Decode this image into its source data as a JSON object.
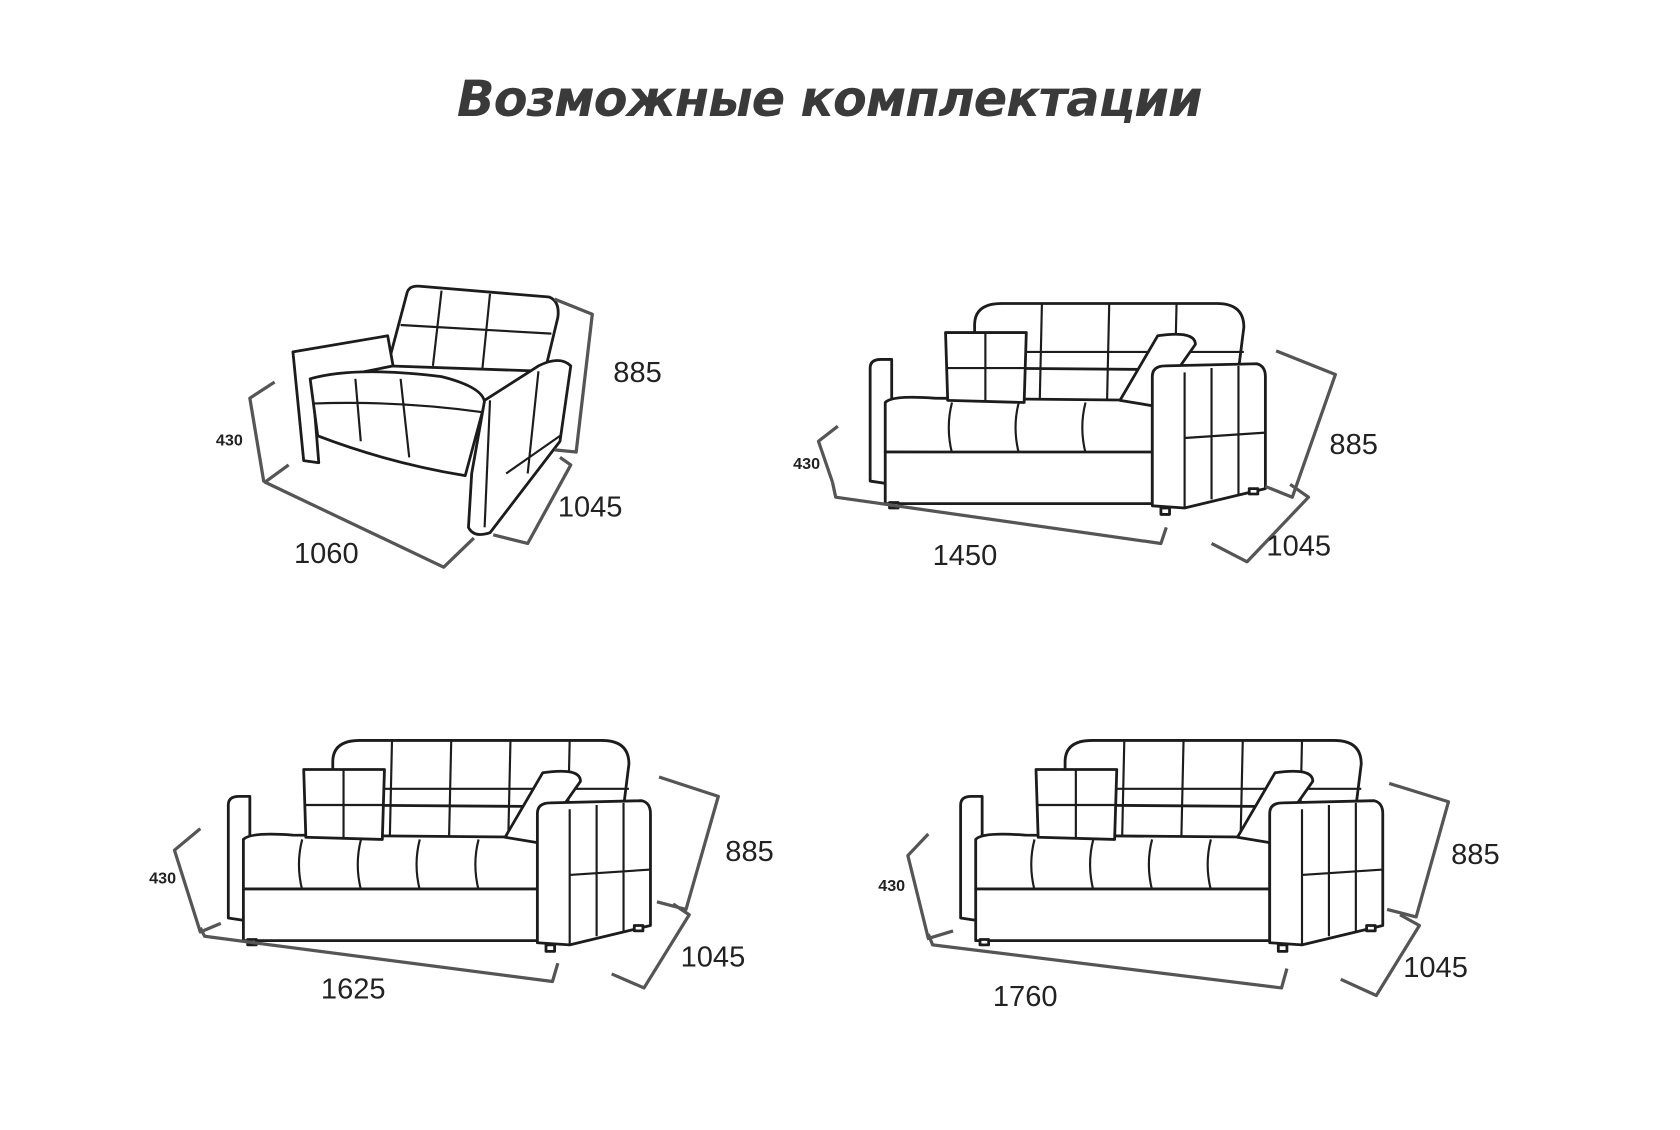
{
  "title": "Возможные комплектации",
  "items": [
    {
      "name": "armchair",
      "seat_height": "430",
      "height": "885",
      "depth": "1045",
      "width": "1060",
      "seats": 1
    },
    {
      "name": "sofa-1450",
      "seat_height": "430",
      "height": "885",
      "depth": "1045",
      "width": "1450",
      "seats": 4
    },
    {
      "name": "sofa-1625",
      "seat_height": "430",
      "height": "885",
      "depth": "1045",
      "width": "1625",
      "seats": 5
    },
    {
      "name": "sofa-1760",
      "seat_height": "430",
      "height": "885",
      "depth": "1045",
      "width": "1760",
      "seats": 5
    }
  ]
}
